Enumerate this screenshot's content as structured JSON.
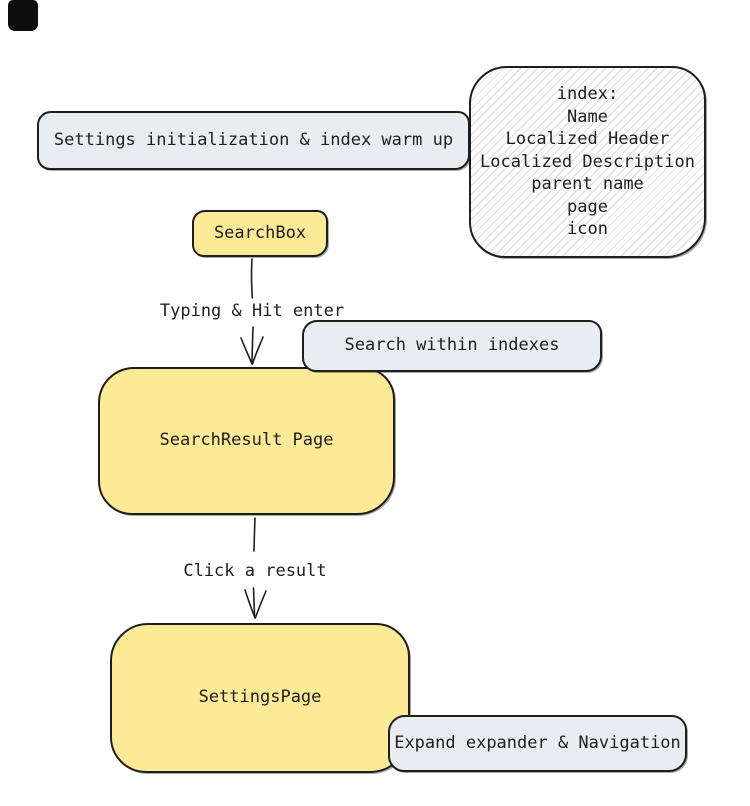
{
  "colors": {
    "yellow_fill": "#fdea96",
    "gray_fill": "#e9edf1",
    "stroke": "#1e1e1e",
    "hatch_line": "#dcdcdc",
    "text": "#1e1e1e"
  },
  "nodes": {
    "settings_init": {
      "label": "Settings initialization & index warm up"
    },
    "index_note": {
      "lines": [
        "index:",
        "Name",
        "Localized Header",
        "Localized Description",
        "parent name",
        "page",
        "icon"
      ]
    },
    "searchbox": {
      "label": "SearchBox"
    },
    "search_within": {
      "label": "Search within indexes"
    },
    "search_result": {
      "label": "SearchResult Page"
    },
    "settings_page": {
      "label": "SettingsPage"
    },
    "expand_nav": {
      "label": "Expand expander & Navigation"
    }
  },
  "edge_labels": {
    "typing": "Typing & Hit enter",
    "click": "Click a result"
  }
}
